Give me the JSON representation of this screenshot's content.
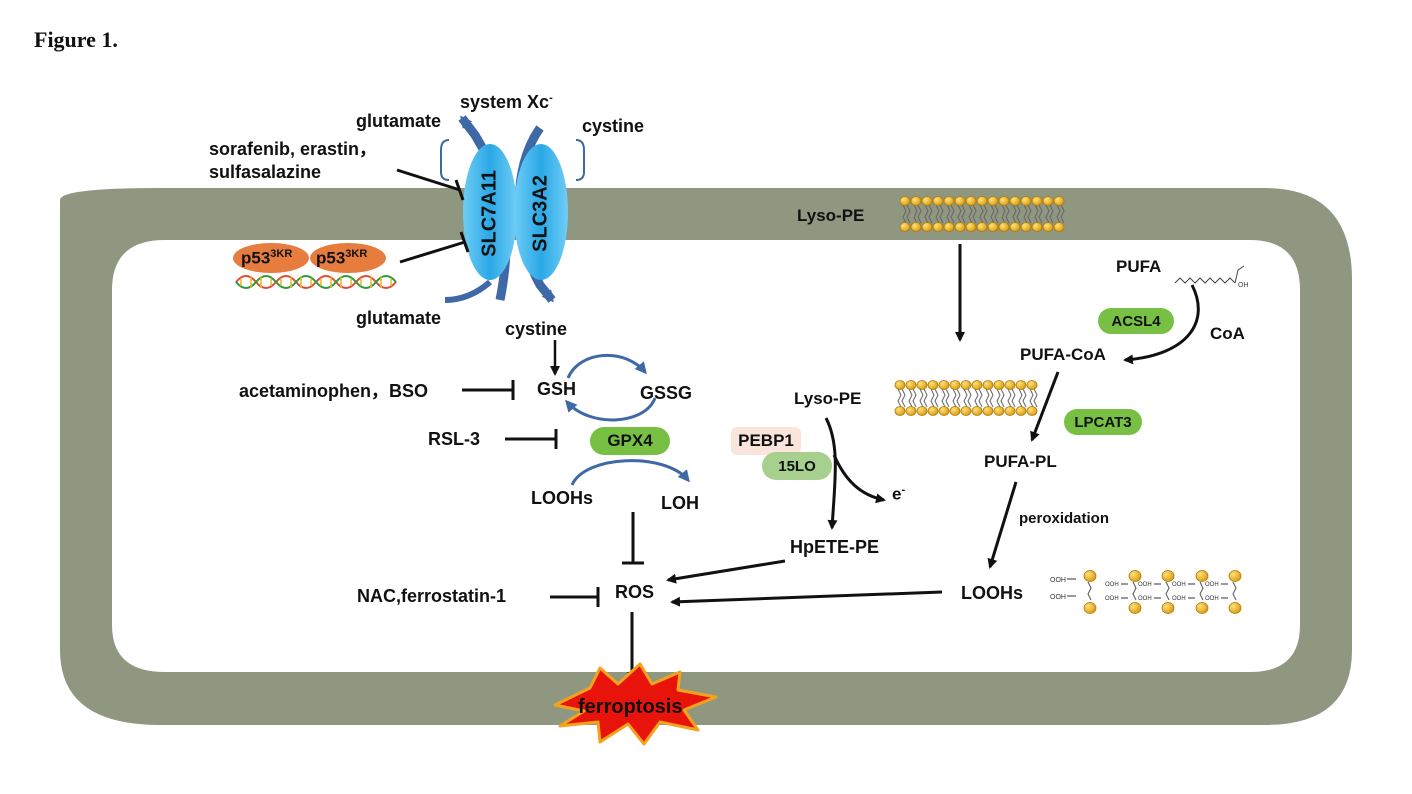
{
  "figure": {
    "title": "Figure 1."
  },
  "labels": {
    "system_xc": "system Xc",
    "system_xc_sup": "-",
    "glutamate_out": "glutamate",
    "cystine_out": "cystine",
    "inhibitors_1": "sorafenib, erastin，",
    "inhibitors_2": "sulfasalazine",
    "slc7a11": "SLC7A11",
    "slc3a2": "SLC3A2",
    "p53_a": "p53",
    "p53_a_sup": "3KR",
    "p53_b": "p53",
    "p53_b_sup": "3KR",
    "glutamate_in": "glutamate",
    "cystine_in": "cystine",
    "acetaminophen": "acetaminophen，BSO",
    "gsh": "GSH",
    "gssg": "GSSG",
    "rsl3": "RSL-3",
    "gpx4": "GPX4",
    "loohs_left": "LOOHs",
    "loh": "LOH",
    "nac": "NAC,ferrostatin-1",
    "ros": "ROS",
    "ferroptosis": "ferroptosis",
    "lyso_pe_membrane": "Lyso-PE",
    "lyso_pe_inner": "Lyso-PE",
    "pebp1": "PEBP1",
    "lo15": "15LO",
    "e_minus": "e",
    "e_minus_sup": "-",
    "hpete_pe": "HpETE-PE",
    "pufa": "PUFA",
    "acsl4": "ACSL4",
    "coa": "CoA",
    "pufa_coa": "PUFA-CoA",
    "lpcat3": "LPCAT3",
    "pufa_pl": "PUFA-PL",
    "peroxidation": "peroxidation",
    "loohs_right": "LOOHs",
    "ooh": "OOH"
  },
  "colors": {
    "membrane": "#8f9781",
    "slc_oval": "#41b4ea",
    "transport_arrow": "#3f68a6",
    "p53_oval": "#e77c3f",
    "green_pill": "#77c043",
    "green_pill_light": "#a7cf8d",
    "pebp1_bg": "#f9e5dc",
    "lipid_head": "#e8a81a",
    "burst_red": "#e8140c",
    "burst_edge": "#f3a21c"
  },
  "icons": [
    "bracket-icon",
    "dna-helix-icon",
    "lipid-bilayer-icon",
    "fatty-acid-chain-icon",
    "oxidized-lipid-icon",
    "explosion-burst-icon"
  ]
}
